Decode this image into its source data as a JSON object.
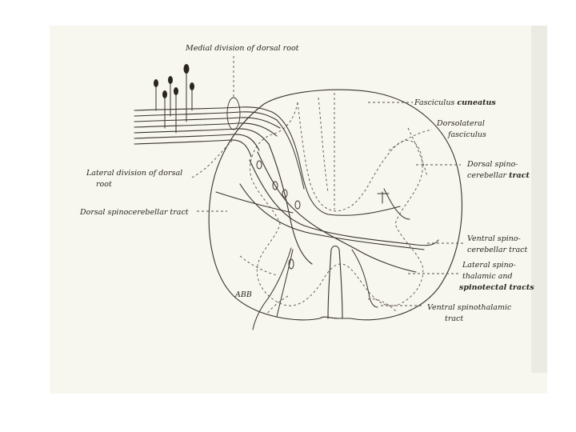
{
  "labels": {
    "medial_division": "Medial division of dorsal root",
    "fasciculus_cuneatus_1": "Fasciculus ",
    "fasciculus_cuneatus_2": "cuneatus",
    "dorsolateral_1": "Dorsolateral",
    "dorsolateral_2": "fasciculus",
    "dorsal_spino_1": "Dorsal spino-",
    "dorsal_spino_2a": "cerebellar ",
    "dorsal_spino_2b": "tract",
    "lateral_division_1": "Lateral division of dorsal",
    "lateral_division_2": "root",
    "dorsal_spinocerebellar": "Dorsal spinocerebellar tract",
    "ventral_spino_1": "Ventral spino-",
    "ventral_spino_2": "cerebellar tract",
    "lateral_spino_1": "Lateral spino-",
    "lateral_spino_2": "thalamic and",
    "lateral_spino_3": "spinotectal tracts",
    "ventral_spinothalamic_1": "Ventral spinothalamic",
    "ventral_spinothalamic_2": "tract",
    "corner_mark": "ABB"
  },
  "colors": {
    "paper": "#f7f6ef",
    "ink": "#3a332c"
  }
}
